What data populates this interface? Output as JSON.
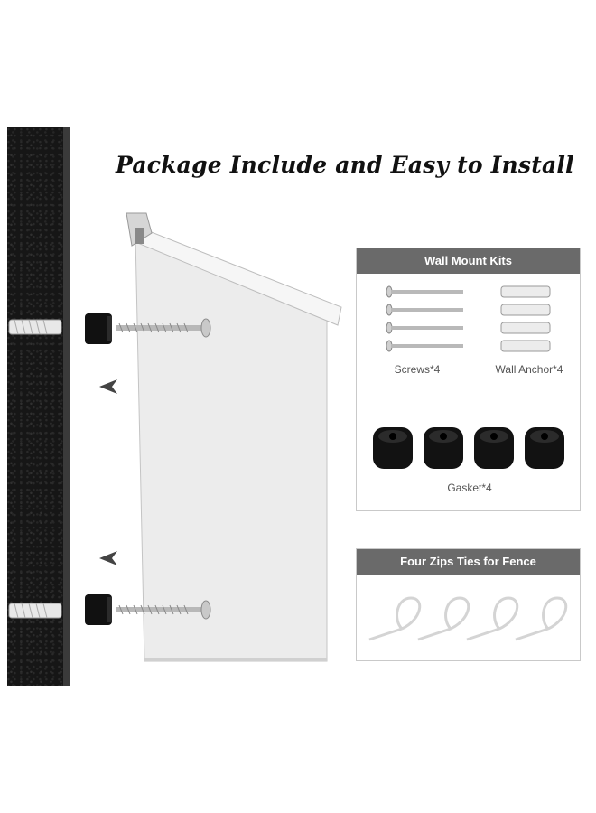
{
  "heading": "Package Include and Easy to Install",
  "wall_mount_kits": {
    "header": "Wall Mount Kits",
    "screws_label": "Screws*4",
    "anchor_label": "Wall Anchor*4",
    "gasket_label": "Gasket*4"
  },
  "zip_ties": {
    "header": "Four Zips Ties for Fence"
  },
  "colors": {
    "panel_header": "#6a6a6a",
    "mailbox": "#eeeeee",
    "wall": "#161616"
  }
}
